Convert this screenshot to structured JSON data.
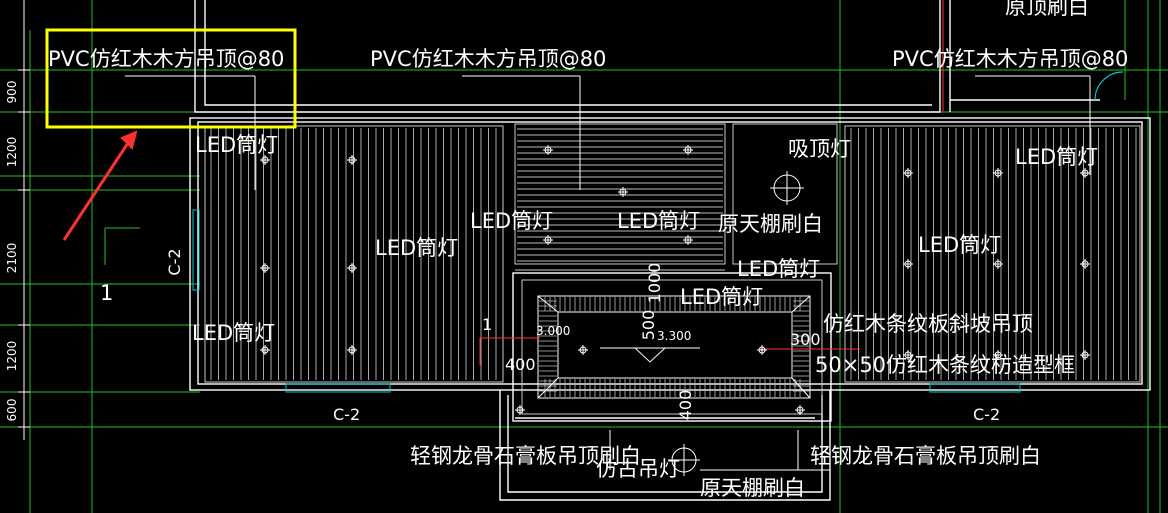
{
  "colors": {
    "background": "#000000",
    "wall": "#ffffff",
    "grid_line": "#22c022",
    "window": "#00c8c8",
    "annotation_box": "#ffff00",
    "arrow": "#ff3030"
  },
  "labels": {
    "pvc_left": "PVC仿红木木方吊顶@80",
    "pvc_mid": "PVC仿红木木方吊顶@80",
    "pvc_right": "PVC仿红木木方吊顶@80",
    "top_right": "原顶刷白",
    "led_1": "LED筒灯",
    "led_2": "LED筒灯",
    "led_3": "LED筒灯",
    "led_4": "LED筒灯",
    "led_5": "LED筒灯",
    "led_6": "LED筒灯",
    "led_7": "LED筒灯",
    "led_8": "LED筒灯",
    "led_9": "LED筒灯",
    "ceiling_lamp": "吸顶灯",
    "orig_ceiling_white": "原天棚刷白",
    "strip_slope": "仿红木条纹板斜坡吊顶",
    "strip_frame": "50×50仿红木条纹枋造型框",
    "gypsum_left": "轻钢龙骨石膏板吊顶刷白",
    "gypsum_right": "轻钢龙骨石膏板吊顶刷白",
    "antique_lamp": "仿古吊灯",
    "orig_ceiling_white_bottom": "原天棚刷白",
    "c2_left": "C-2",
    "c2_bottom": "C-2",
    "c2_right": "C-2",
    "grid_1": "1"
  },
  "dimensions": {
    "d900": "900",
    "d1200a": "1200",
    "d2100": "2100",
    "d1200b": "1200",
    "d600": "600",
    "elev_3000": "3.000",
    "elev_3300": "3.300",
    "dim_400": "400",
    "dim_300": "300",
    "dim_500": "500",
    "dim_400b": "400",
    "dim_1000": "1000",
    "dim_1": "1"
  }
}
